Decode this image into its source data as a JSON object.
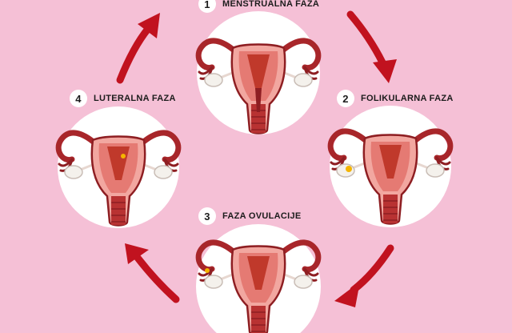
{
  "colors": {
    "background": "#f5c0d6",
    "circle": "#ffffff",
    "arrow": "#c1121f",
    "arrow_shade": "#8f0d17",
    "tissue": "#c0392b",
    "tissue_dark": "#8e1e22",
    "tissue_light": "#f2a7a0",
    "ovary": "#f4f1ec",
    "egg": "#f4b400"
  },
  "phases": [
    {
      "number": "1",
      "label": "MENSTRUALNA FAZA",
      "icon": "uterus-menstrual-icon"
    },
    {
      "number": "2",
      "label": "FOLIKULARNA FAZA",
      "icon": "uterus-follicular-icon"
    },
    {
      "number": "3",
      "label": "FAZA OVULACIJE",
      "icon": "uterus-ovulation-icon"
    },
    {
      "number": "4",
      "label": "LUTERALNA FAZA",
      "icon": "uterus-luteal-icon"
    }
  ]
}
